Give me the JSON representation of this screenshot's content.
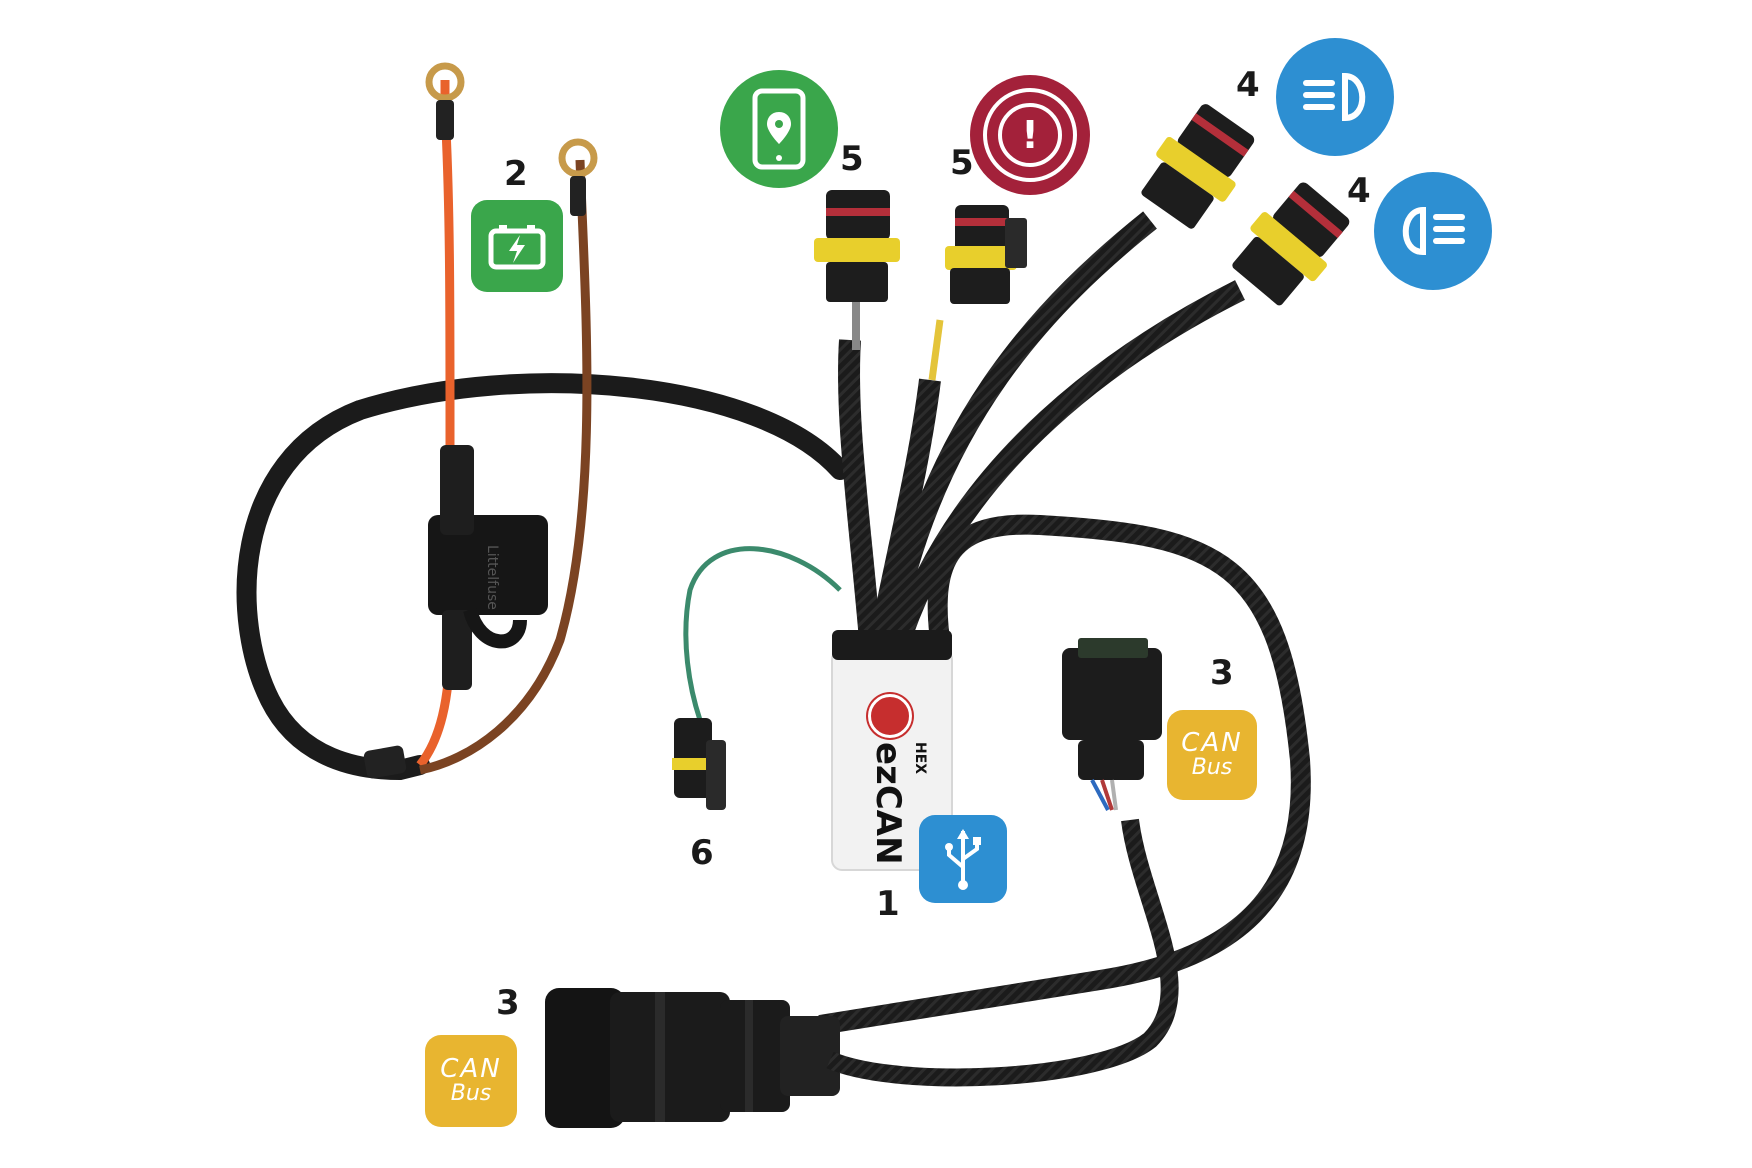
{
  "labels": {
    "device": "1",
    "battery": "2",
    "canbus_right": "3",
    "canbus_left": "3",
    "light_top": "4",
    "light_bottom": "4",
    "gps": "5",
    "alarm": "5",
    "aux": "6"
  },
  "can_badge": {
    "line1": "CAN",
    "line2": "Bus"
  },
  "device_brand": {
    "small": "HEX",
    "name": "ezCAN"
  },
  "fuse_text": "Littelfuse",
  "icons": {
    "battery": "battery-charge-icon",
    "gps": "phone-location-icon",
    "alarm": "alert-exclamation-icon",
    "high_beam": "headlight-high-beam-icon",
    "low_beam": "headlight-low-beam-icon",
    "usb": "usb-icon",
    "logo": "hex-logo-icon"
  },
  "colors": {
    "green": "#3aa64b",
    "red": "#a3213a",
    "blue": "#2d8fd2",
    "yellow": "#e8b530",
    "cable": "#1b1b1b"
  }
}
